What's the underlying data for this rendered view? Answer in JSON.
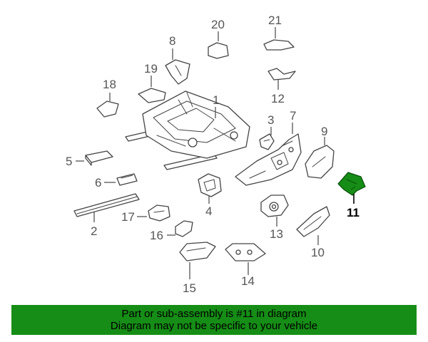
{
  "highlight_color": "#168d16",
  "highlighted_part": "11",
  "callouts": {
    "c1": "1",
    "c2": "2",
    "c3": "3",
    "c4": "4",
    "c5": "5",
    "c6": "6",
    "c7": "7",
    "c8": "8",
    "c9": "9",
    "c10": "10",
    "c11": "11",
    "c12": "12",
    "c13": "13",
    "c14": "14",
    "c15": "15",
    "c16": "16",
    "c17": "17",
    "c18": "18",
    "c19": "19",
    "c20": "20",
    "c21": "21"
  },
  "banner": {
    "line1": "Part or sub-assembly is #11 in diagram",
    "line2": "Diagram may not be specific to your vehicle"
  }
}
